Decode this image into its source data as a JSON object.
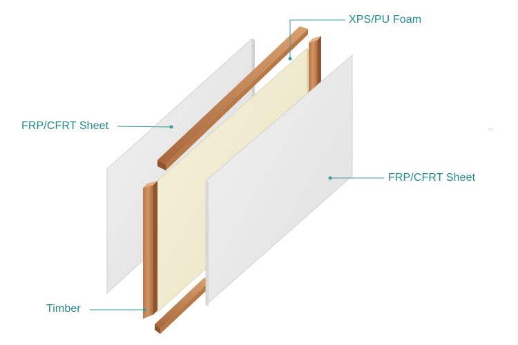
{
  "labels": {
    "xps_foam": "XPS/PU Foam",
    "frp_sheet_left": "FRP/CFRT Sheet",
    "frp_sheet_right": "FRP/CFRT Sheet",
    "timber": "Timber"
  },
  "colors": {
    "label_text": "#1f8a8c",
    "leader_line": "#3a9b9c",
    "sheet_face": "#e8e8e8",
    "sheet_edge": "#cfcfcf",
    "foam_face": "#efead0",
    "foam_edge": "#d8d1b0",
    "timber_face": "#c88a5a",
    "timber_dark": "#9a5f35",
    "timber_light": "#e0a877"
  }
}
